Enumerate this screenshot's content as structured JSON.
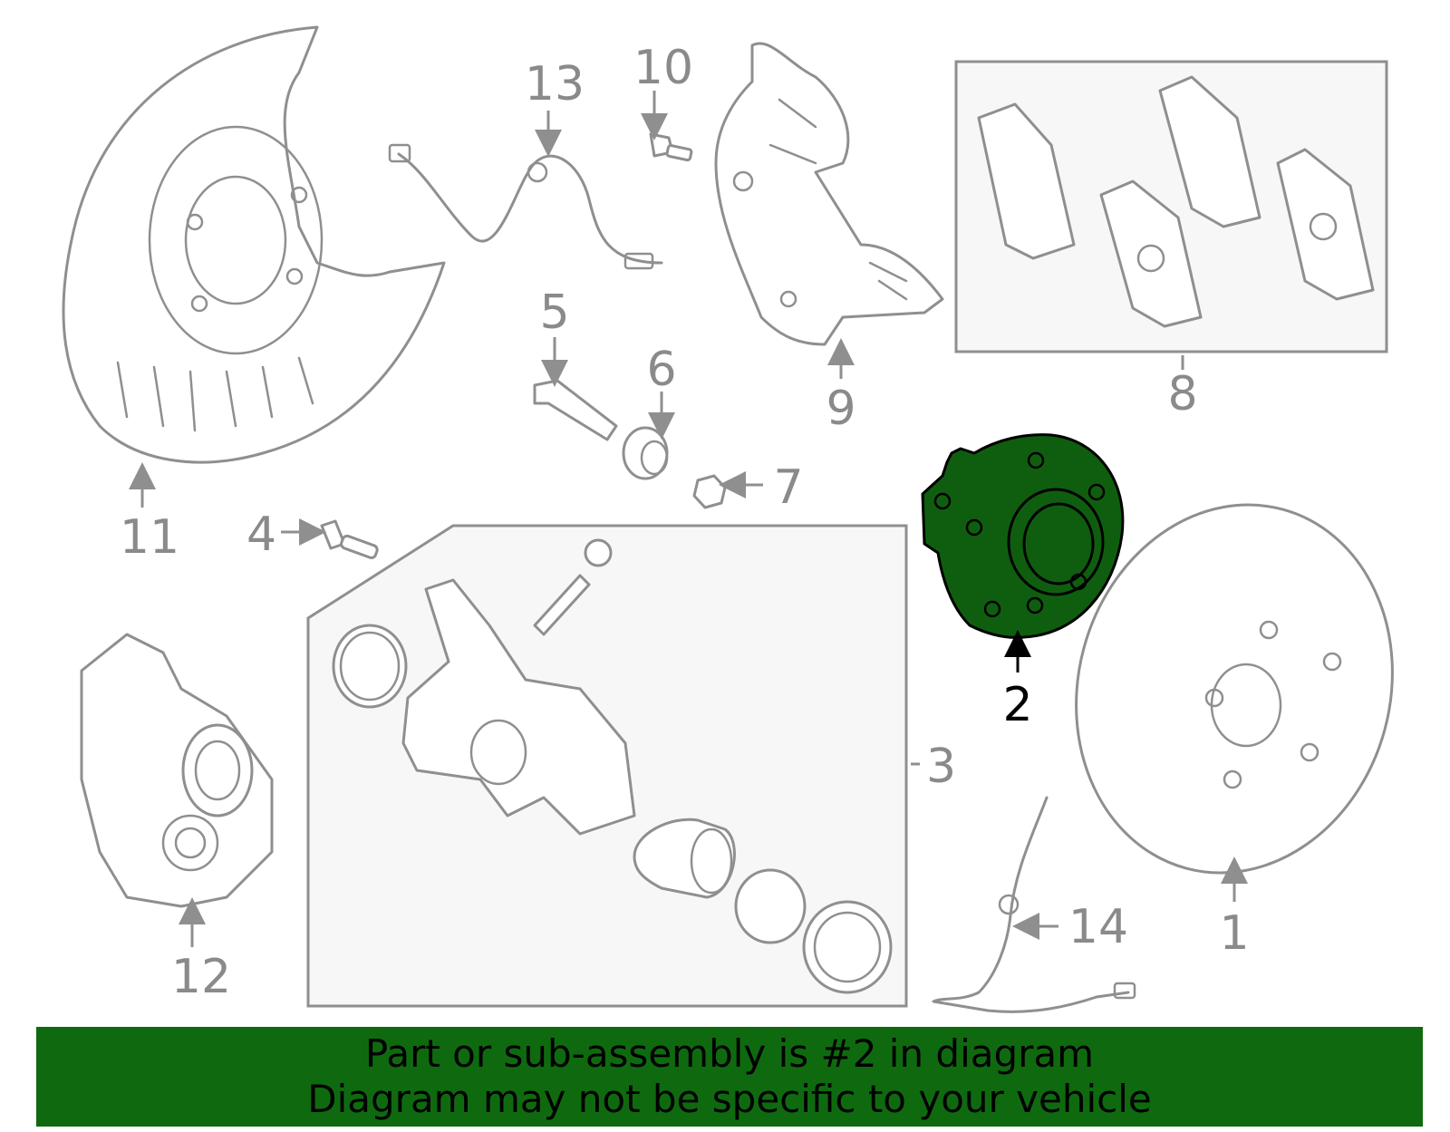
{
  "callouts": [
    {
      "id": "1",
      "label": "1",
      "selected": false
    },
    {
      "id": "2",
      "label": "2",
      "selected": true
    },
    {
      "id": "3",
      "label": "3",
      "selected": false
    },
    {
      "id": "4",
      "label": "4",
      "selected": false
    },
    {
      "id": "5",
      "label": "5",
      "selected": false
    },
    {
      "id": "6",
      "label": "6",
      "selected": false
    },
    {
      "id": "7",
      "label": "7",
      "selected": false
    },
    {
      "id": "8",
      "label": "8",
      "selected": false
    },
    {
      "id": "9",
      "label": "9",
      "selected": false
    },
    {
      "id": "10",
      "label": "10",
      "selected": false
    },
    {
      "id": "11",
      "label": "11",
      "selected": false
    },
    {
      "id": "12",
      "label": "12",
      "selected": false
    },
    {
      "id": "13",
      "label": "13",
      "selected": false
    },
    {
      "id": "14",
      "label": "14",
      "selected": false
    }
  ],
  "banner": {
    "line1": "Part or sub-assembly is #2 in diagram",
    "line2": "Diagram may not be specific to your vehicle"
  },
  "colors": {
    "highlight_part": "#0f5e0f",
    "banner_bg": "#0f6a0f",
    "line_gray": "#8f8f8f"
  }
}
